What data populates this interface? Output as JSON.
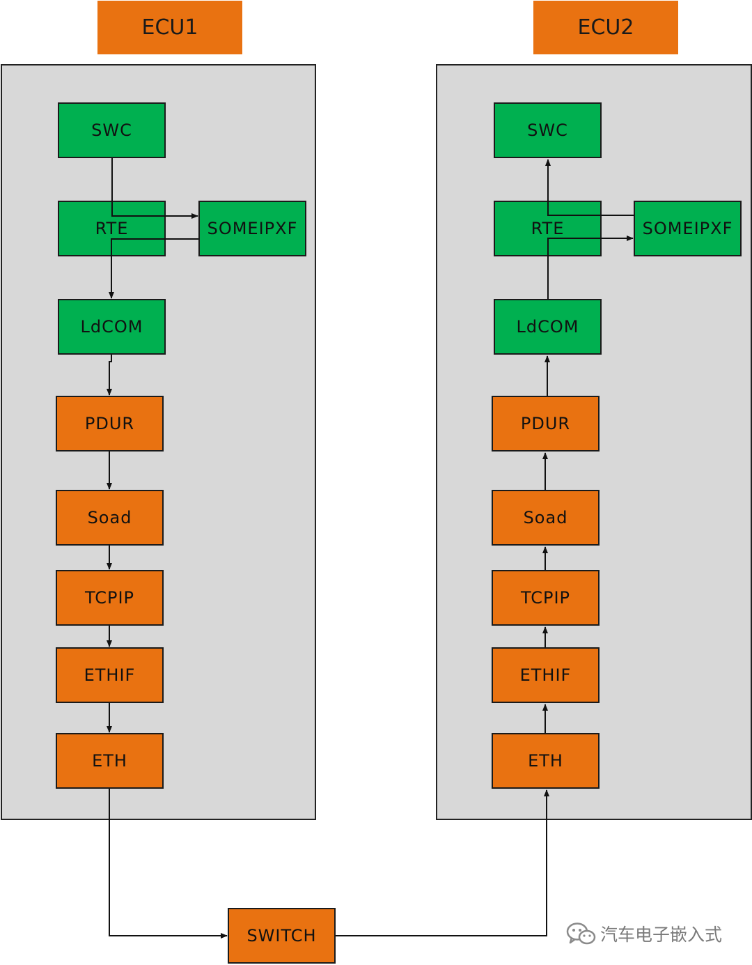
{
  "ecu1": {
    "title": "ECU1",
    "blocks": {
      "swc": "SWC",
      "rte": "RTE",
      "someipxf": "SOMEIPXF",
      "ldcom": "LdCOM",
      "pdur": "PDUR",
      "soad": "Soad",
      "tcpip": "TCPIP",
      "ethif": "ETHIF",
      "eth": "ETH"
    }
  },
  "ecu2": {
    "title": "ECU2",
    "blocks": {
      "swc": "SWC",
      "rte": "RTE",
      "someipxf": "SOMEIPXF",
      "ldcom": "LdCOM",
      "pdur": "PDUR",
      "soad": "Soad",
      "tcpip": "TCPIP",
      "ethif": "ETHIF",
      "eth": "ETH"
    }
  },
  "switch_label": "SWITCH",
  "watermark": "汽车电子嵌入式",
  "colors": {
    "green": "#00b050",
    "orange": "#e97211",
    "panel": "#d8d8d8",
    "line": "#111111"
  },
  "icons": {
    "watermark": "wechat-icon"
  }
}
